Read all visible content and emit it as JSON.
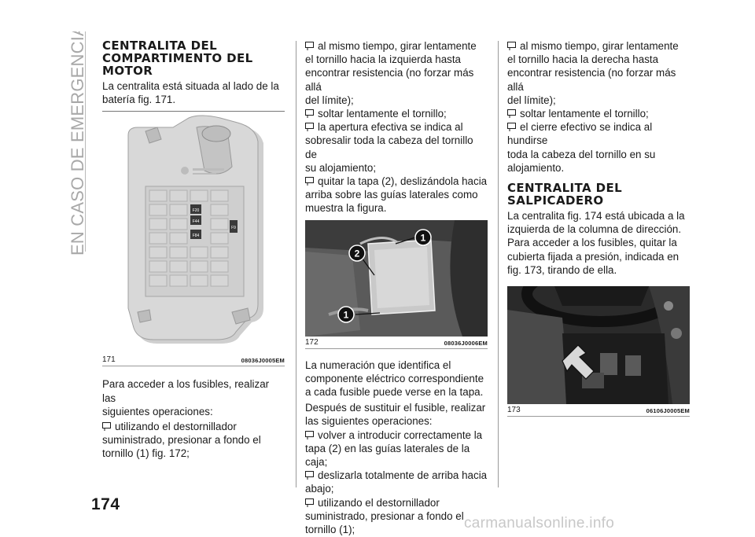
{
  "side_title": "EN CASO DE EMERGENCIA",
  "page_number": "174",
  "col1": {
    "heading": "CENTRALITA DEL COMPARTIMENTO DEL MOTOR",
    "heading_lines": [
      "CENTRALITA DEL",
      "COMPARTIMENTO DEL",
      "MOTOR"
    ],
    "intro_lines": [
      "La centralita está situada al lado de la",
      "batería fig. 171."
    ],
    "figure": {
      "number": "171",
      "code": "08036J0005EM",
      "labels": [
        "F20",
        "F44",
        "F84",
        "F9"
      ]
    },
    "para_lines": [
      "Para acceder a los fusibles, realizar las",
      "siguientes operaciones:"
    ],
    "bullets": [
      [
        "utilizando el destornillador",
        "suministrado, presionar a fondo el",
        "tornillo (1) fig. 172;"
      ]
    ]
  },
  "col2": {
    "bullets_top": [
      [
        "al mismo tiempo, girar lentamente",
        "el tornillo hacia la izquierda hasta",
        "encontrar resistencia (no forzar más allá",
        "del límite);"
      ],
      [
        "soltar lentamente el tornillo;"
      ],
      [
        "la apertura efectiva se indica al",
        "sobresalir toda la cabeza del tornillo de",
        "su alojamiento;"
      ],
      [
        "quitar la tapa (2), deslizándola hacia",
        "arriba sobre las guías laterales como",
        "muestra la figura."
      ]
    ],
    "figure": {
      "number": "172",
      "code": "08036J0006EM",
      "callouts": [
        "2",
        "1",
        "1"
      ]
    },
    "para1_lines": [
      "La numeración que identifica el",
      "componente eléctrico correspondiente",
      "a cada fusible puede verse en la tapa."
    ],
    "para2_lines": [
      "Después de sustituir el fusible, realizar",
      "las siguientes operaciones:"
    ],
    "bullets_bottom": [
      [
        "volver a introducir correctamente la",
        "tapa (2) en las guías laterales de la caja;"
      ],
      [
        "deslizarla totalmente de arriba hacia",
        "abajo;"
      ],
      [
        "utilizando el destornillador",
        "suministrado, presionar a fondo el",
        "tornillo (1);"
      ]
    ]
  },
  "col3": {
    "bullets_top": [
      [
        "al mismo tiempo, girar lentamente",
        "el tornillo hacia la derecha hasta",
        "encontrar resistencia (no forzar más allá",
        "del límite);"
      ],
      [
        "soltar lentamente el tornillo;"
      ],
      [
        "el cierre efectivo se indica al hundirse",
        "toda la cabeza del tornillo en su",
        "alojamiento."
      ]
    ],
    "heading_lines": [
      "CENTRALITA DEL",
      "SALPICADERO"
    ],
    "intro_lines": [
      "La centralita fig. 174 está ubicada a la",
      "izquierda de la columna de dirección.",
      "Para acceder a los fusibles, quitar la",
      "cubierta fijada a presión, indicada en",
      "fig. 173, tirando de ella."
    ],
    "figure": {
      "number": "173",
      "code": "06106J0005EM"
    }
  },
  "watermark": "carmanualsonline.info",
  "colors": {
    "text": "#1a1a1a",
    "gray_title": "#9a9a9a",
    "figure_bg": "#d9d9d9",
    "photo_dark": "#3a3a3a"
  }
}
